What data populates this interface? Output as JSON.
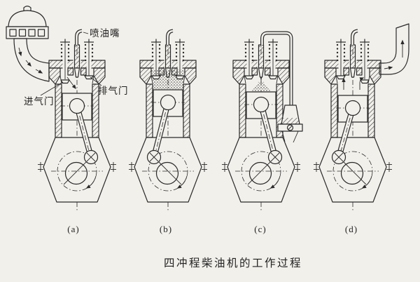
{
  "figure": {
    "caption": "四冲程柴油机的工作过程",
    "callouts": {
      "injector": "喷油嘴",
      "intake_valve": "进气门",
      "exhaust_valve": "排气门"
    },
    "panels": [
      {
        "label": "(a)"
      },
      {
        "label": "(b)"
      },
      {
        "label": "(c)"
      },
      {
        "label": "(d)"
      }
    ],
    "colors": {
      "ink": "#2a2a2a",
      "paper": "#f2f0eb"
    }
  }
}
